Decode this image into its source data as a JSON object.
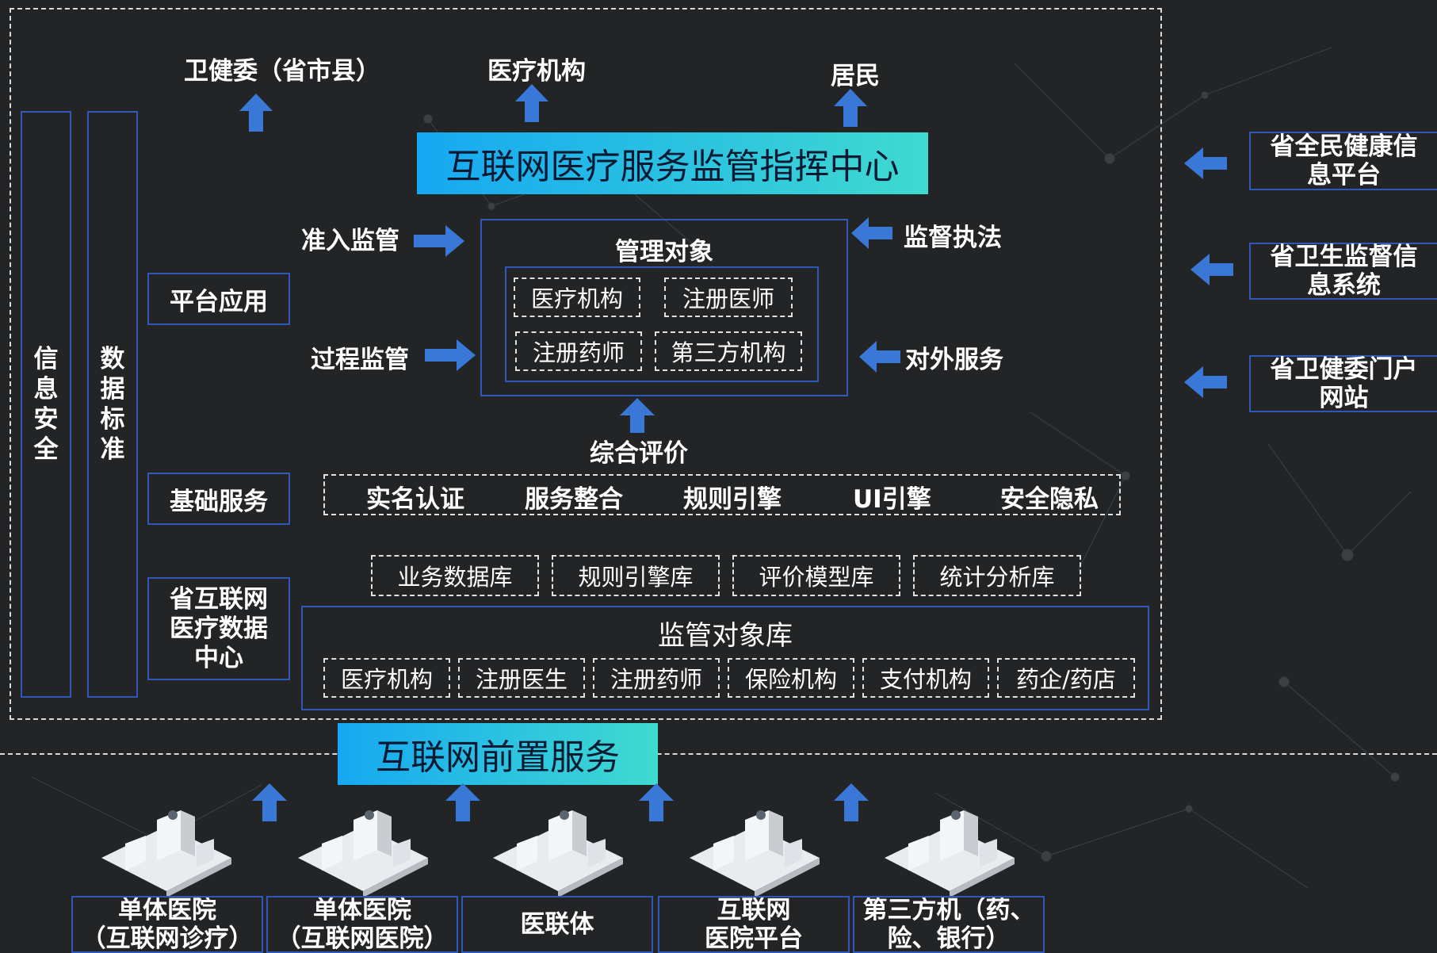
{
  "top_targets": {
    "health_commission": "卫健委（省市县）",
    "medical_institutions": "医疗机构",
    "residents": "居民"
  },
  "command_center_title": "互联网医疗服务监管指挥中心",
  "left_columns": {
    "info_security": "信息安全",
    "data_standard": "数据标准"
  },
  "layers": {
    "platform_app": "平台应用",
    "basic_services": "基础服务",
    "data_center": "省互联网\n医疗数据\n中心"
  },
  "supervision": {
    "access": "准入监管",
    "process": "过程监管",
    "enforcement": "监督执法",
    "external": "对外服务",
    "evaluation": "综合评价"
  },
  "managed_objects": {
    "title": "管理对象",
    "items": [
      "医疗机构",
      "注册医师",
      "注册药师",
      "第三方机构"
    ]
  },
  "basic_services_items": [
    "实名认证",
    "服务整合",
    "规则引擎",
    "UI引擎",
    "安全隐私"
  ],
  "databases": [
    "业务数据库",
    "规则引擎库",
    "评价模型库",
    "统计分析库"
  ],
  "object_library": {
    "title": "监管对象库",
    "items": [
      "医疗机构",
      "注册医生",
      "注册药师",
      "保险机构",
      "支付机构",
      "药企/药店"
    ]
  },
  "front_service": "互联网前置服务",
  "external_systems": [
    "省全民健康信\n息平台",
    "省卫生监督信\n息系统",
    "省卫健委门户\n网站"
  ],
  "bottom_sources": [
    "单体医院\n（互联网诊疗）",
    "单体医院\n（互联网医院）",
    "医联体",
    "互联网\n医院平台",
    "第三方机（药、\n险、银行）"
  ],
  "colors": {
    "background": "#222426",
    "accent_blue": "#2f59b8",
    "arrow_blue": "#3a78d8",
    "cyan_start": "#16a8f2",
    "cyan_end": "#3fdad0"
  },
  "icons": {
    "arrow": "arrow-icon",
    "hospital": "hospital-building-icon"
  }
}
